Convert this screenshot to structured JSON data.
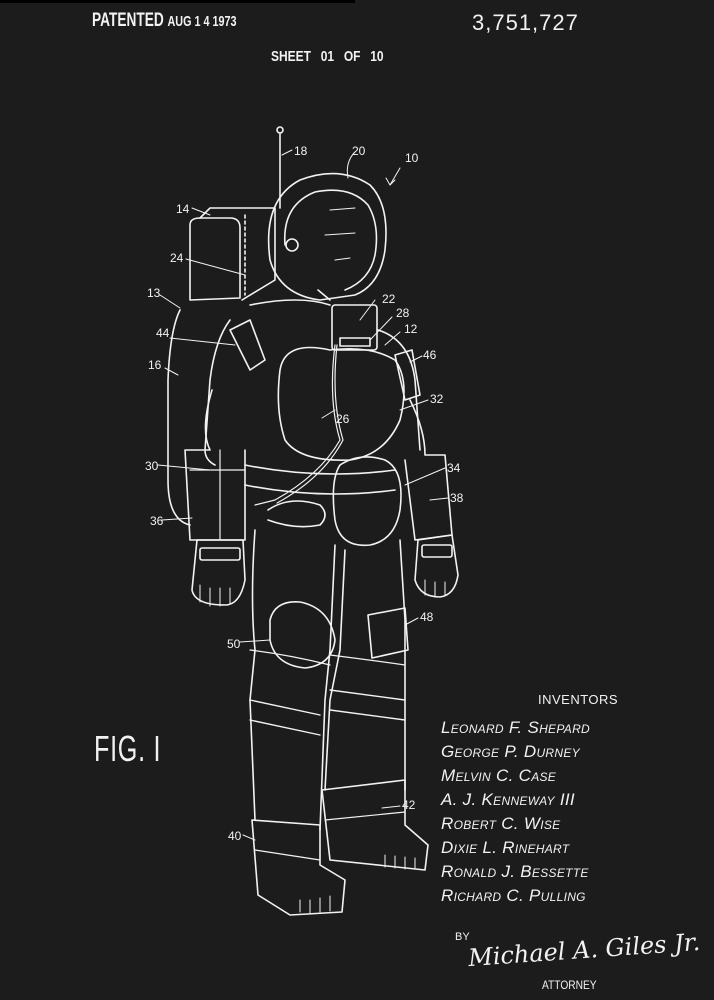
{
  "header": {
    "patented_label": "PATENTED",
    "patented_date": "AUG 1 4 1973",
    "patent_number": "3,751,727",
    "sheet_label": "SHEET",
    "sheet_number": "01",
    "sheet_of": "OF",
    "sheet_total": "10"
  },
  "figure": {
    "label": "FIG. I",
    "subject": "space-suit",
    "reference_numerals": [
      "18",
      "20",
      "10",
      "14",
      "24",
      "13",
      "22",
      "28",
      "12",
      "44",
      "46",
      "16",
      "32",
      "26",
      "30",
      "34",
      "38",
      "36",
      "50",
      "48",
      "42",
      "40"
    ]
  },
  "inventors": {
    "heading": "INVENTORS",
    "names": [
      "Leonard F. Shepard",
      "George P. Durney",
      "Melvin C. Case",
      "A. J. Kenneway III",
      "Robert C. Wise",
      "Dixie L. Rinehart",
      "Ronald J. Bessette",
      "Richard C. Pulling"
    ]
  },
  "attorney": {
    "by_label": "BY",
    "signature": "Michael A. Giles Jr.",
    "label": "ATTORNEY"
  },
  "colors": {
    "background": "#1c1c1c",
    "ink": "#f2f2f2"
  }
}
